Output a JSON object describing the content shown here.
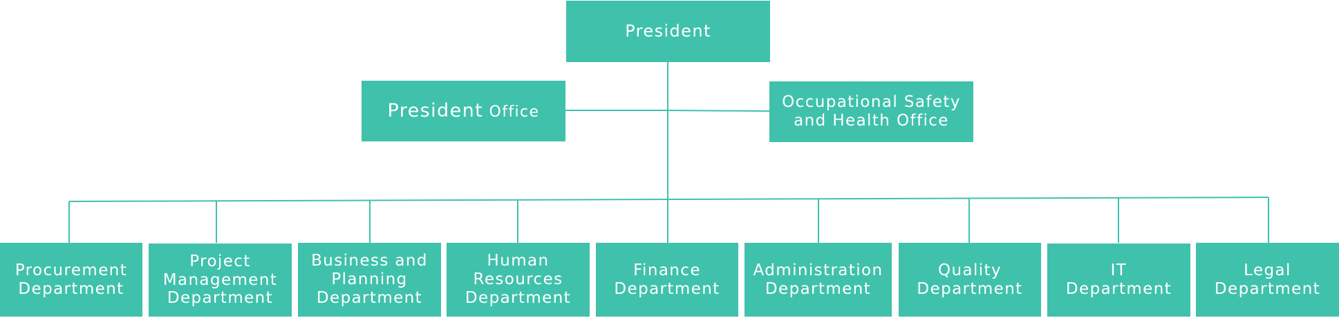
{
  "president": {
    "label": "President"
  },
  "president_office": {
    "label_main": "President",
    "label_suffix": "Office"
  },
  "safety_office": {
    "label": "Occupational Safety\nand Health Office"
  },
  "departments": [
    {
      "label": "Procurement\nDepartment"
    },
    {
      "label": "Project\nManagement\nDepartment"
    },
    {
      "label": "Business and\nPlanning\nDepartment"
    },
    {
      "label": "Human\nResources\nDepartment"
    },
    {
      "label": "Finance\nDepartment"
    },
    {
      "label": "Administration\nDepartment"
    },
    {
      "label": "Quality\nDepartment"
    },
    {
      "label": "IT\nDepartment"
    },
    {
      "label": "Legal\nDepartment"
    }
  ],
  "colors": {
    "box_fill": "#40c1ab",
    "line": "#40c1ab",
    "text": "#ffffff"
  }
}
